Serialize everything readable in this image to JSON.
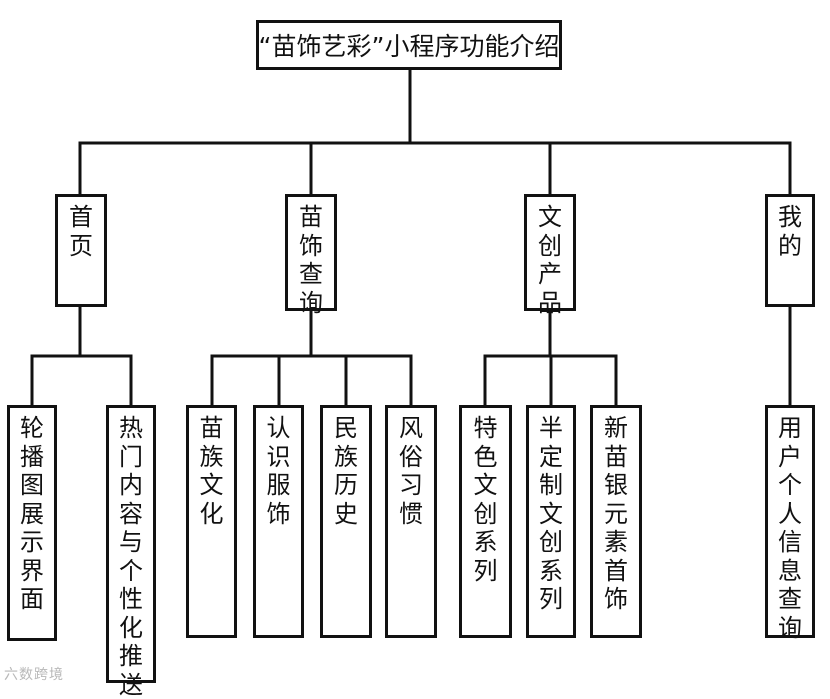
{
  "title": "“苗饰艺彩”小程序功能介绍",
  "categories": [
    {
      "id": "home",
      "label": "首页",
      "children": [
        "轮播图展示界面",
        "热门内容与个性化推送"
      ]
    },
    {
      "id": "query",
      "label": "苗饰查询",
      "children": [
        "苗族文化",
        "认识服饰",
        "民族历史",
        "风俗习惯"
      ]
    },
    {
      "id": "products",
      "label": "文创产品",
      "children": [
        "特色文创系列",
        "半定制文创系列",
        "新苗银元素首饰"
      ]
    },
    {
      "id": "mine",
      "label": "我的",
      "children": [
        "用户个人信息查询"
      ]
    }
  ],
  "watermark": "六数跨境",
  "colors": {
    "line": "#111111",
    "background": "#ffffff",
    "watermark": "#b9b9b9"
  }
}
